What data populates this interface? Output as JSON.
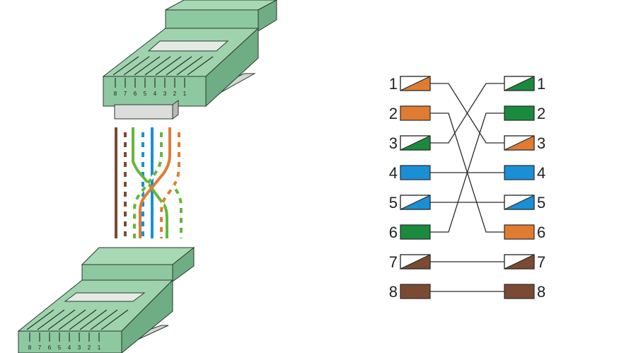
{
  "connector": {
    "pin_labels": [
      "8",
      "7",
      "6",
      "5",
      "4",
      "3",
      "2",
      "1"
    ],
    "body_color": "#8dc8a0",
    "edge_color": "#2b3a2e"
  },
  "wire_colors": {
    "brown": "#7a4a33",
    "orange": "#e07b32",
    "green": "#63b83a",
    "blue": "#1b8fd6",
    "white": "#ffffff"
  },
  "left_pins": [
    {
      "label": "1",
      "color": "#e07b32",
      "striped": true
    },
    {
      "label": "2",
      "color": "#e07b32",
      "striped": false
    },
    {
      "label": "3",
      "color": "#1a8a3c",
      "striped": true
    },
    {
      "label": "4",
      "color": "#1b8fd6",
      "striped": false
    },
    {
      "label": "5",
      "color": "#1b8fd6",
      "striped": true
    },
    {
      "label": "6",
      "color": "#1a8a3c",
      "striped": false
    },
    {
      "label": "7",
      "color": "#7a4a33",
      "striped": true
    },
    {
      "label": "8",
      "color": "#7a4a33",
      "striped": false
    }
  ],
  "right_pins": [
    {
      "label": "1",
      "color": "#1a8a3c",
      "striped": true
    },
    {
      "label": "2",
      "color": "#1a8a3c",
      "striped": false
    },
    {
      "label": "3",
      "color": "#e07b32",
      "striped": true
    },
    {
      "label": "4",
      "color": "#1b8fd6",
      "striped": false
    },
    {
      "label": "5",
      "color": "#1b8fd6",
      "striped": true
    },
    {
      "label": "6",
      "color": "#e07b32",
      "striped": false
    },
    {
      "label": "7",
      "color": "#7a4a33",
      "striped": true
    },
    {
      "label": "8",
      "color": "#7a4a33",
      "striped": false
    }
  ],
  "connections": [
    {
      "from": 1,
      "to": 3
    },
    {
      "from": 2,
      "to": 6
    },
    {
      "from": 3,
      "to": 1
    },
    {
      "from": 4,
      "to": 4
    },
    {
      "from": 5,
      "to": 5
    },
    {
      "from": 6,
      "to": 2
    },
    {
      "from": 7,
      "to": 7
    },
    {
      "from": 8,
      "to": 8
    }
  ]
}
